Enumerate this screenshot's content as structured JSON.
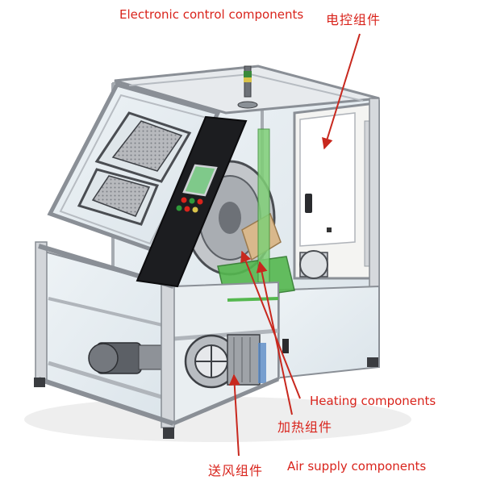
{
  "labels": {
    "electronic_control_en": "Electronic control components",
    "electronic_control_cn": "电控组件",
    "heating_en": "Heating components",
    "heating_cn": "加热组件",
    "air_supply_cn": "送风组件",
    "air_supply_en": "Air supply components"
  },
  "colors": {
    "label_red": "#d9241c",
    "arrow_red": "#c8281e",
    "frame_aluminum": "#c9ccd1",
    "frame_edge": "#8a8f96",
    "glass": "#e6edf1",
    "panel_black": "#1c1d20",
    "screen_green": "#7fc98a",
    "base_green": "#55b84f",
    "wood": "#d9b88c"
  },
  "icons": [
    "signal-tower-icon",
    "control-screen-icon",
    "button-cluster-icon",
    "motor-icon",
    "blower-fan-icon",
    "drum-icon"
  ]
}
